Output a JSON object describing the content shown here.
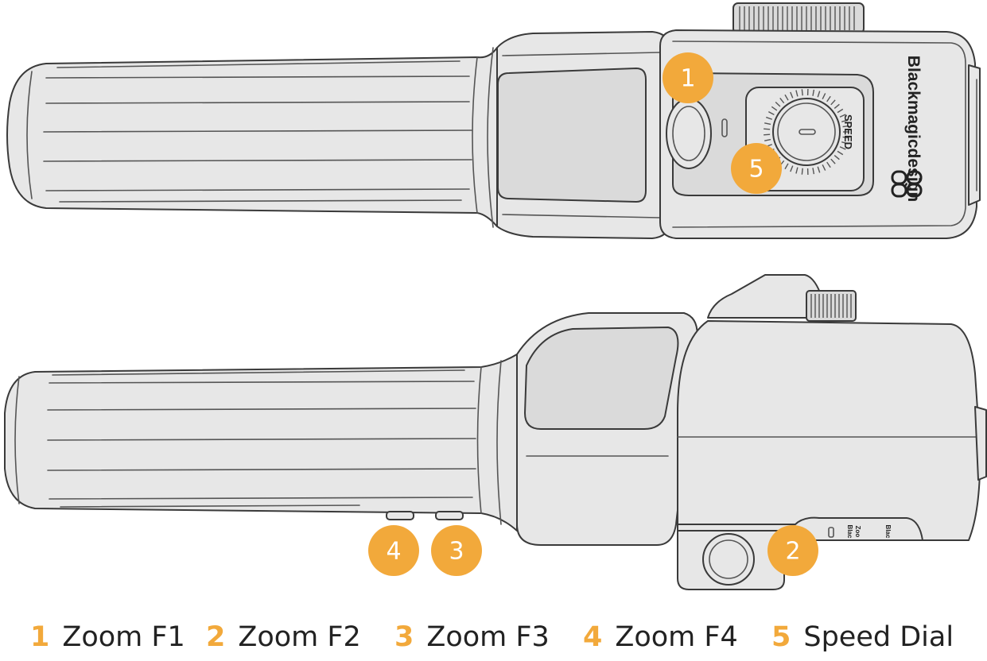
{
  "colors": {
    "accent": "#F2A93B",
    "body_fill": "#E7E7E7",
    "body_stroke": "#3a3a3a",
    "text": "#222222"
  },
  "device": {
    "brand_text": "Blackmagicdesign",
    "speed_label": "SPEED",
    "side_brand_text_a": "Blac",
    "side_brand_text_b": "Zoo",
    "side_brand_text_c": "Blac"
  },
  "callouts": [
    {
      "num": "1",
      "target": "Zoom F1 button"
    },
    {
      "num": "5",
      "target": "Speed Dial"
    },
    {
      "num": "4",
      "target": "Zoom F4 button"
    },
    {
      "num": "3",
      "target": "Zoom F3 button"
    },
    {
      "num": "2",
      "target": "Zoom F2 button"
    }
  ],
  "legend": [
    {
      "num": "1",
      "label": "Zoom F1"
    },
    {
      "num": "2",
      "label": "Zoom F2"
    },
    {
      "num": "3",
      "label": "Zoom F3"
    },
    {
      "num": "4",
      "label": "Zoom F4"
    },
    {
      "num": "5",
      "label": "Speed Dial"
    }
  ]
}
